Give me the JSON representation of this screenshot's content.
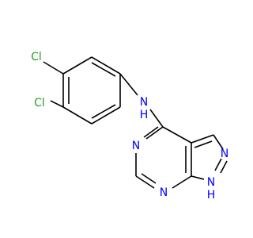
{
  "molecule": {
    "colors": {
      "bond": "#000000",
      "chlorine": "#1fa01f",
      "nitrogen": "#0000ff"
    },
    "atoms": {
      "cl1": "Cl",
      "cl2": "Cl",
      "nh_amine": "N",
      "nh_amine_h": "H",
      "n_pyr_top": "N",
      "n_pyr_bottom": "N",
      "n_pyrazole": "N",
      "nh_pyrazole": "N",
      "nh_pyrazole_h": "H"
    }
  }
}
